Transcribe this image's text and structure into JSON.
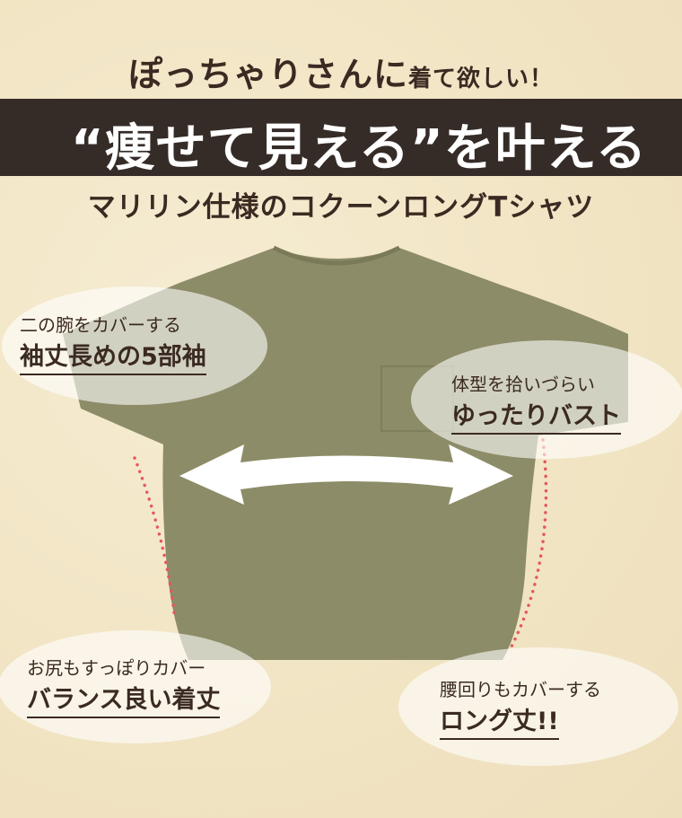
{
  "headline": {
    "main": "ぽっちゃりさんに",
    "tail": "着て欲しい！"
  },
  "banner": {
    "text": "“痩せて見える”を叶える"
  },
  "subhead": "マリリン仕様のコクーンロングTシャツ",
  "callouts": [
    {
      "line1": "二の腕をカバーする",
      "line2": "袖丈長めの5部袖"
    },
    {
      "line1": "体型を拾いづらい",
      "line2": "ゆったりバスト"
    },
    {
      "line1": "お尻もすっぽりカバー",
      "line2": "バランス良い着丈"
    },
    {
      "line1": "腰回りもカバーする",
      "line2": "ロング丈!!"
    }
  ],
  "colors": {
    "background": "#f3e7c8",
    "banner": "#352c28",
    "shirt": "#8d8c68",
    "text": "#3b2a22",
    "dots": "#e4575f"
  }
}
